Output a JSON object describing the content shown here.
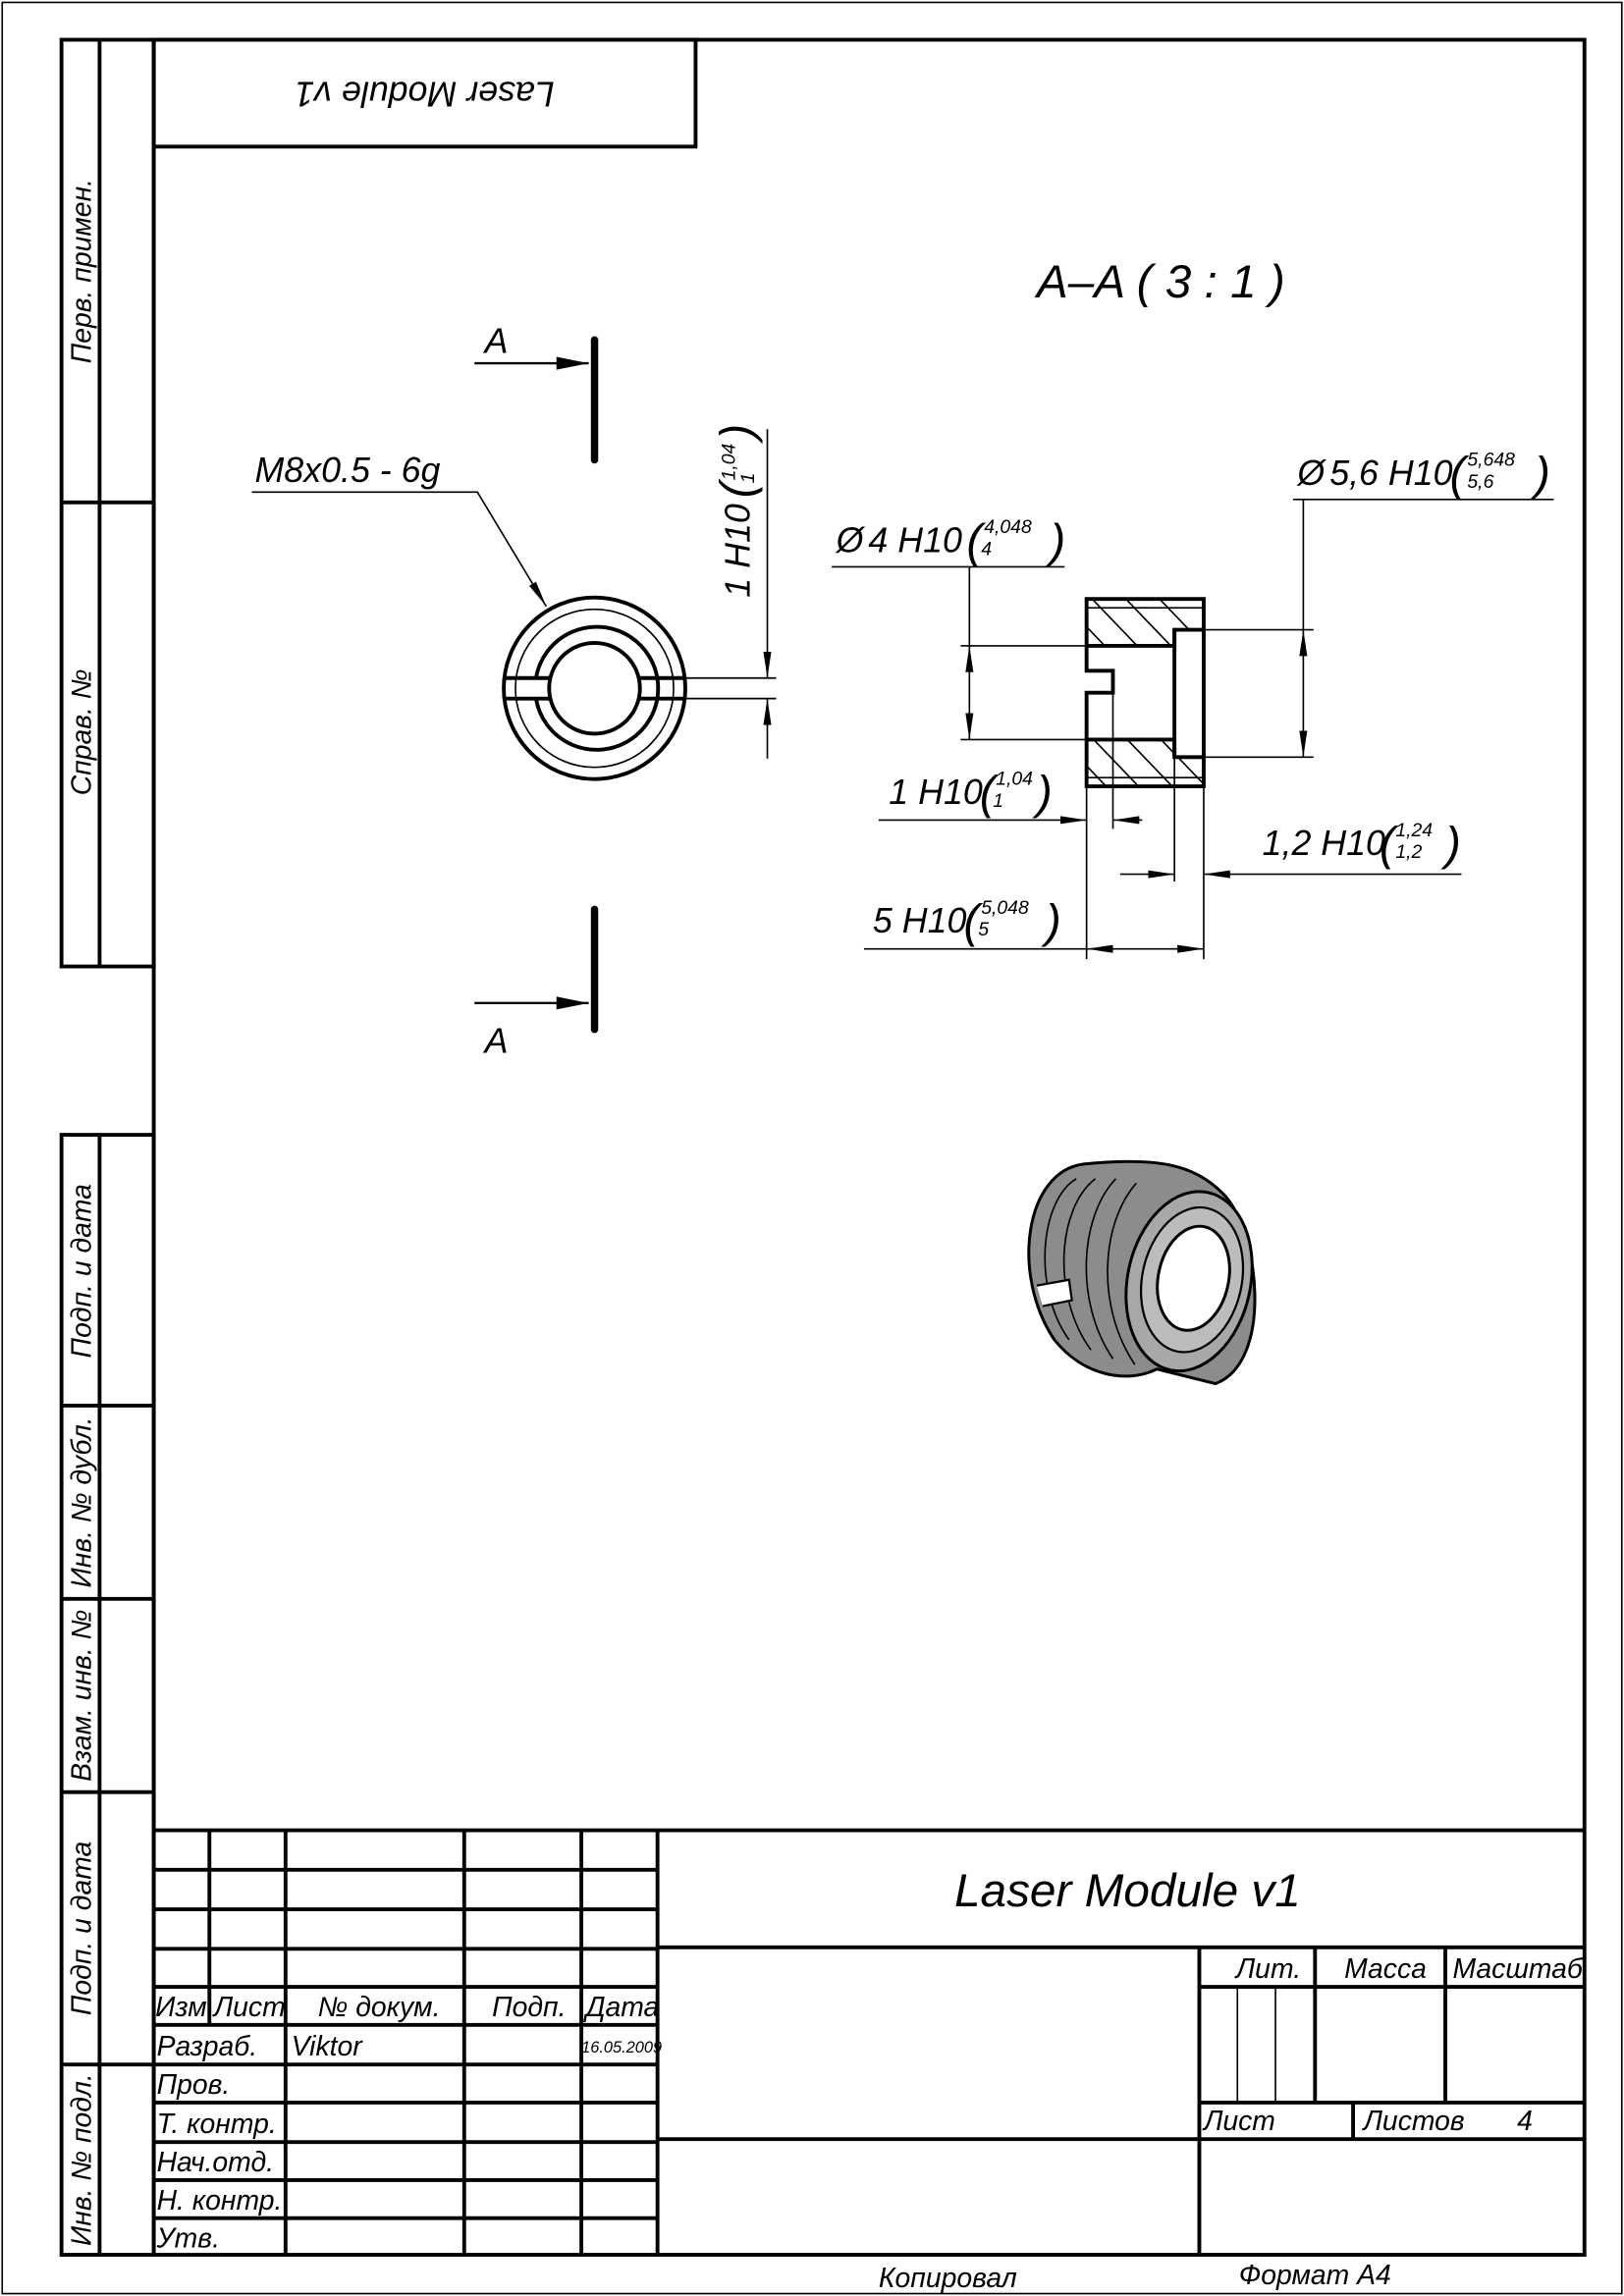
{
  "sheet": {
    "rotated_title": "Laser Module v1",
    "section_title": "A–A ( 3 : 1 )",
    "section_mark": "A",
    "thread_callout": "M8x0.5 - 6g"
  },
  "left_strip": {
    "labels": [
      "Перв. примен.",
      "Справ. №",
      "Подп. и дата",
      "Инв. № дубл.",
      "Взам. инв. №",
      "Подп. и дата",
      "Инв. № подл."
    ]
  },
  "dimensions": {
    "slot_width_front": {
      "main": "1 H10",
      "upper": "1,04",
      "lower": "1"
    },
    "bore": {
      "prefix": "Ø",
      "main": "4 H10",
      "upper": "4,048",
      "lower": "4"
    },
    "counterbore": {
      "prefix": "Ø",
      "main": "5,6 H10",
      "upper": "5,648",
      "lower": "5,6"
    },
    "slot_width": {
      "main": "1 H10",
      "upper": "1,04",
      "lower": "1"
    },
    "counterbore_depth": {
      "main": "1,2 H10",
      "upper": "1,24",
      "lower": "1,2"
    },
    "length": {
      "main": "5 H10",
      "upper": "5,048",
      "lower": "5"
    }
  },
  "title_block": {
    "title": "Laser Module v1",
    "headers": [
      "Изм.",
      "Лист",
      "№ докум.",
      "Подп.",
      "Дата"
    ],
    "roles": [
      "Разраб.",
      "Пров.",
      "Т. контр.",
      "Нач.отд.",
      "Н. контр.",
      "Утв."
    ],
    "developer_name": "Viktor",
    "developer_date": "16.05.2009",
    "lit_label": "Лит.",
    "mass_label": "Масса",
    "scale_label": "Масштаб",
    "sheet_label": "Лист",
    "sheets_label": "Листов",
    "sheets_count": "4",
    "copied_label": "Копировал",
    "format_label": "Формат A4"
  },
  "colors": {
    "ink": "#000000",
    "shade": "#8c8c8c"
  }
}
